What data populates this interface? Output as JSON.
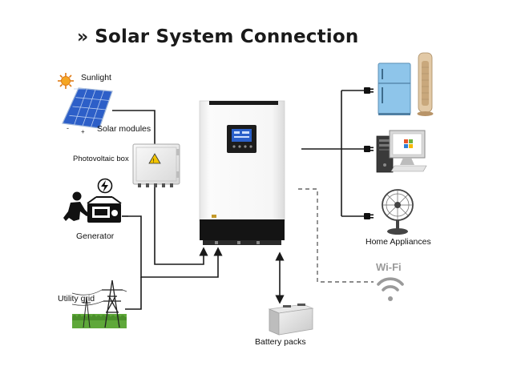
{
  "title": {
    "chevrons": "»",
    "text": "Solar System Connection"
  },
  "labels": {
    "sunlight": "Sunlight",
    "solar_modules": "Solar modules",
    "photovoltaic_box": "Photovoltaic box",
    "generator": "Generator",
    "utility_grid": "Utility grid",
    "battery_packs": "Battery packs",
    "home_appliances": "Home Appliances",
    "wifi": "Wi-Fi"
  },
  "colors": {
    "line": "#1a1a1a",
    "dashed_line": "#666666",
    "inverter_body": "#f4f4f4",
    "inverter_base": "#111111",
    "solar_panel": "#2d5fc8",
    "sun": "#f5a623",
    "fridge": "#8ec5ea",
    "grass": "#5fa83a",
    "wifi": "#9a9a9a"
  },
  "icons": [
    "sun-icon",
    "solar-panel-icon",
    "pv-box-icon",
    "generator-icon",
    "utility-grid-icon",
    "inverter-icon",
    "battery-icon",
    "fridge-icon",
    "tower-fan-icon",
    "computer-icon",
    "desk-fan-icon",
    "wifi-icon",
    "plug-icon"
  ]
}
